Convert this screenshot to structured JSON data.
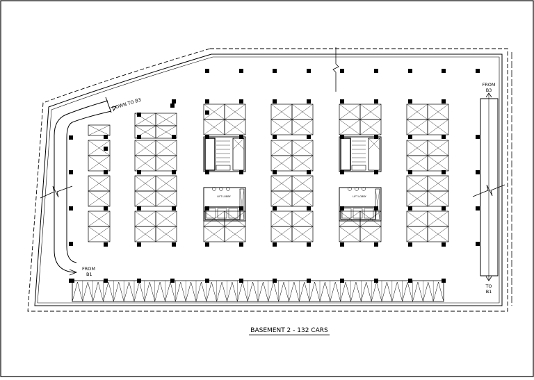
{
  "drawing": {
    "title": "BASEMENT 2 - 132 CARS",
    "labels": {
      "down_to_b3": "DOWN TO B3",
      "from_b3_line1": "FROM",
      "from_b3_line2": "B3",
      "from_b1_line1": "FROM",
      "from_b1_line2": "B1",
      "to_b1_line1": "TO",
      "to_b1_line2": "B1",
      "lift_lobby_1": "LIFT LOBBY",
      "lift_lobby_2": "LIFT LOBBY"
    },
    "line_color": "#000000",
    "background": "#ffffff"
  }
}
